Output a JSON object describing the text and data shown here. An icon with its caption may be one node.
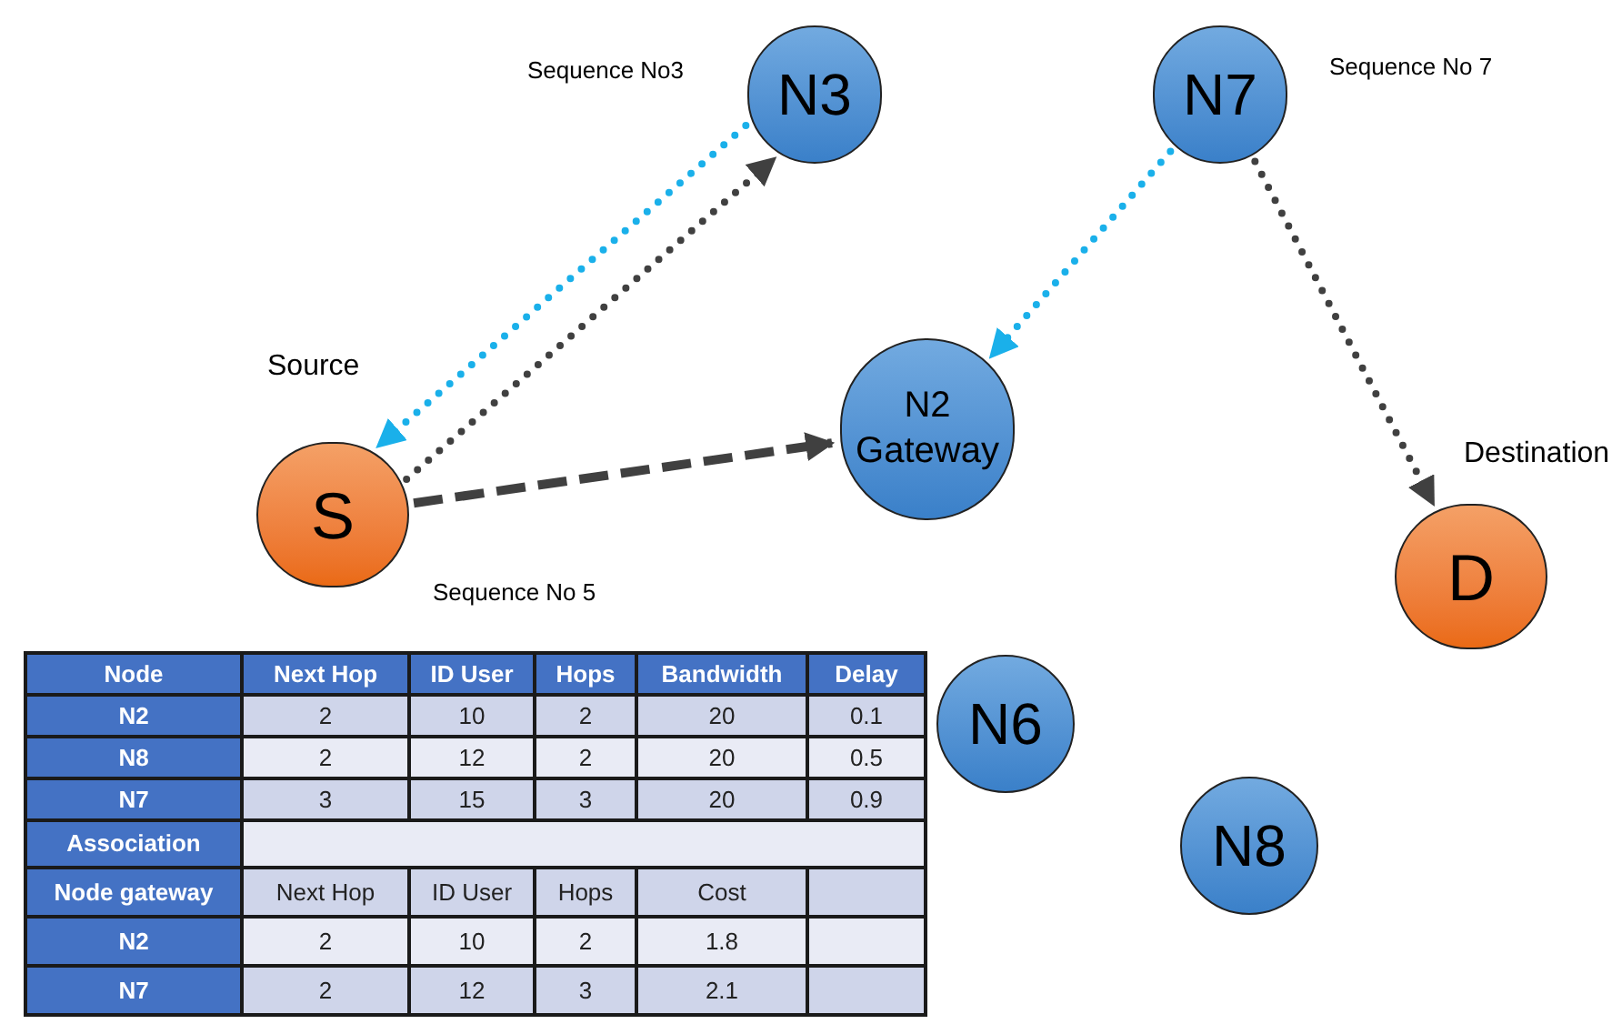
{
  "diagram": {
    "nodes": [
      {
        "text": [
          "N3"
        ],
        "beside": [
          "Sequence No3"
        ]
      },
      {
        "text": [
          "N7"
        ],
        "beside": [
          "Sequence No 7"
        ]
      },
      {
        "text": [
          "S"
        ],
        "beside": [
          "Source"
        ]
      },
      {
        "text": [
          "N2 Gateway"
        ]
      },
      {
        "text": [
          "D"
        ],
        "beside": [
          "Destination"
        ]
      },
      {
        "text": [
          "N6"
        ]
      },
      {
        "text": [
          "N8"
        ]
      }
    ],
    "edges": [
      {
        "from": 0,
        "to": 2,
        "arrow": "to",
        "style": "dashed",
        "color": "#1ab0ea"
      },
      {
        "from": 2,
        "to": 0,
        "arrow": "to",
        "style": "dashed"
      },
      {
        "from": 2,
        "to": 3,
        "arrow": "to",
        "style": "dashed"
      },
      {
        "from": 1,
        "to": 3,
        "arrow": "to",
        "style": "dashed",
        "color": "#1ab0ea"
      },
      {
        "from": 1,
        "to": 4,
        "arrow": "to",
        "style": "dashed"
      }
    ],
    "labels": [
      "Sequence No 5",
      "Node",
      "Next Hop",
      "ID User",
      "Hops",
      "Bandwidth",
      "Delay",
      "N2",
      "2",
      "10",
      "2",
      "20",
      "0.1",
      "N8",
      "2",
      "12",
      "2",
      "20",
      "0.5",
      "N7",
      "3",
      "15",
      "3",
      "20",
      "0.9",
      "Association",
      "Node gateway",
      "Next Hop",
      "ID User",
      "Hops",
      "Cost",
      "N2",
      "2",
      "10",
      "2",
      "1.8",
      "N7",
      "2",
      "12",
      "3",
      "2.1"
    ]
  }
}
